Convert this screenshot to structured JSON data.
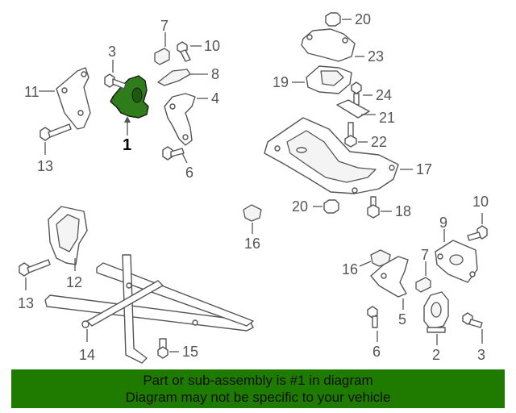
{
  "callouts": {
    "c1": "1",
    "c2": "2",
    "c3a": "3",
    "c3b": "3",
    "c4": "4",
    "c5": "5",
    "c6a": "6",
    "c6b": "6",
    "c7a": "7",
    "c7b": "7",
    "c8": "8",
    "c9": "9",
    "c10a": "10",
    "c10b": "10",
    "c11": "11",
    "c12": "12",
    "c13a": "13",
    "c13b": "13",
    "c14": "14",
    "c15": "15",
    "c16a": "16",
    "c16b": "16",
    "c17": "17",
    "c18": "18",
    "c19": "19",
    "c20a": "20",
    "c20b": "20",
    "c21": "21",
    "c22": "22",
    "c23": "23",
    "c24": "24"
  },
  "banner": {
    "line1": "Part or sub-assembly is #1 in diagram",
    "line2": "Diagram may not be specific to your vehicle"
  },
  "colors": {
    "highlight": "#2e7d1a",
    "banner": "#1f7a00"
  }
}
